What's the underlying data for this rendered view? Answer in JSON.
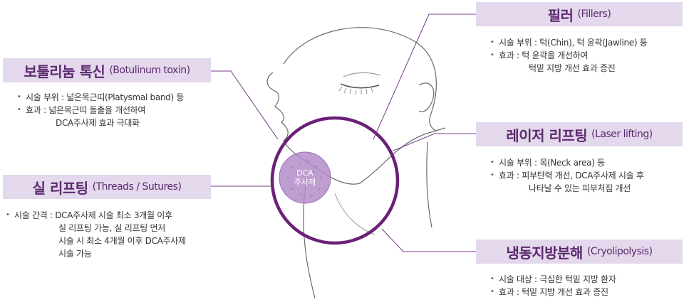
{
  "colors": {
    "accent": "#6b2077",
    "band": "#e4d8ec",
    "line": "#7a3d8a",
    "dca_fill": "#b38cc8"
  },
  "center_label": {
    "line1": "DCA",
    "line2": "주사제"
  },
  "sections": {
    "fillers": {
      "title_ko": "필러",
      "title_en": "(Fillers)",
      "items": [
        {
          "text": "시술 부위 : 턱(Chin), 턱 윤곽(Jawline) 등",
          "cont": ""
        },
        {
          "text": "효과 : 턱 윤곽을 개선하여",
          "cont": "턱밑 지방 개선 효과 증진"
        }
      ]
    },
    "botox": {
      "title_ko": "보툴리눔 톡신",
      "title_en": "(Botulinum toxin)",
      "items": [
        {
          "text": "시술 부위 : 넓은목근띠(Platysmal band) 등",
          "cont": ""
        },
        {
          "text": "효과 : 넓은목근띠 돌출을 개선하여",
          "cont": "DCA주사제 효과 극대화"
        }
      ]
    },
    "laser": {
      "title_ko": "레이저 리프팅",
      "title_en": "(Laser lifting)",
      "items": [
        {
          "text": "시술 부위 : 목(Neck area) 등",
          "cont": ""
        },
        {
          "text": "효과 : 피부탄력 개선, DCA주사제 시술 후",
          "cont": "나타날 수 있는 피부처짐 개선"
        }
      ]
    },
    "threads": {
      "title_ko": "실 리프팅",
      "title_en": "(Threads / Sutures)",
      "items": [
        {
          "text": "시술 간격 : DCA주사제 시술 최소 3개월 이후",
          "cont1": "실 리프팅 가능, 실 리프팅 먼저",
          "cont2": "시술 시 최소 4개월 이후 DCA주사제",
          "cont3": "시술 가능"
        }
      ]
    },
    "cryo": {
      "title_ko": "냉동지방분해",
      "title_en": "(Cryolipolysis)",
      "items": [
        {
          "text": "시술 대상 : 극심한 턱밑 지방 환자",
          "cont": ""
        },
        {
          "text": "효과 : 턱밑 지방 개선 효과 증진",
          "cont": ""
        }
      ]
    }
  }
}
